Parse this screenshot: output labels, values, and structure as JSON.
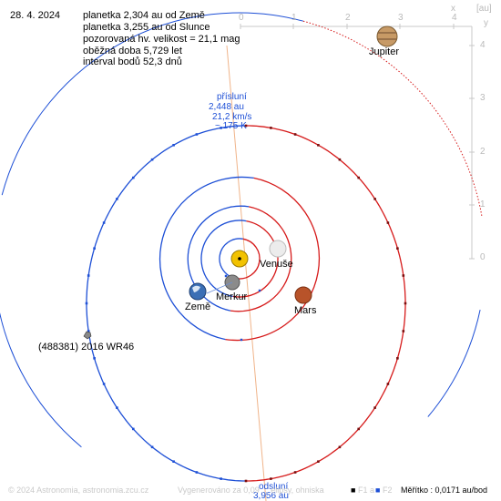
{
  "date": "28. 4. 2024",
  "info_lines": [
    "planetka 2,304 au od Země",
    "planetka 3,255 au od Slunce",
    "pozorovaná hv. velikost = 21,1 mag",
    "oběžná doba 5,729 let",
    "interval bodů 52,3 dnů"
  ],
  "perihelion": {
    "title": "přísluní",
    "distance": "2,448 au",
    "speed": "21,2 km/s",
    "temperature": "~ 175 K"
  },
  "aphelion": {
    "title": "odsluní",
    "distance": "3,956 au"
  },
  "asteroid_label": "(488381) 2016 WR46",
  "planets": {
    "jupiter": "Jupiter",
    "venus": "Venuše",
    "mercury": "Merkur",
    "earth": "Země",
    "mars": "Mars"
  },
  "axis": {
    "unit": "[au]",
    "x_letter": "x",
    "y_letter": "y",
    "x_ticks": [
      "0",
      "1",
      "2",
      "3",
      "4"
    ],
    "y_ticks": [
      "4",
      "3",
      "2",
      "1",
      "0"
    ]
  },
  "footer": {
    "credit": "© 2024 Astronomia, astronomia.zcu.cz",
    "generated": "Vygenerováno za 0,09 ... elipsy, ohniska",
    "focus_labels": [
      "F1 a",
      "F2"
    ],
    "scale": "Měřítko : 0,0171 au/bod"
  },
  "colors": {
    "orbit_above": "#d61a1a",
    "orbit_below": "#1d4fd6",
    "sun": "#f2c200",
    "apsis_line": "#f0b48a",
    "axis": "#c8c8c8"
  }
}
